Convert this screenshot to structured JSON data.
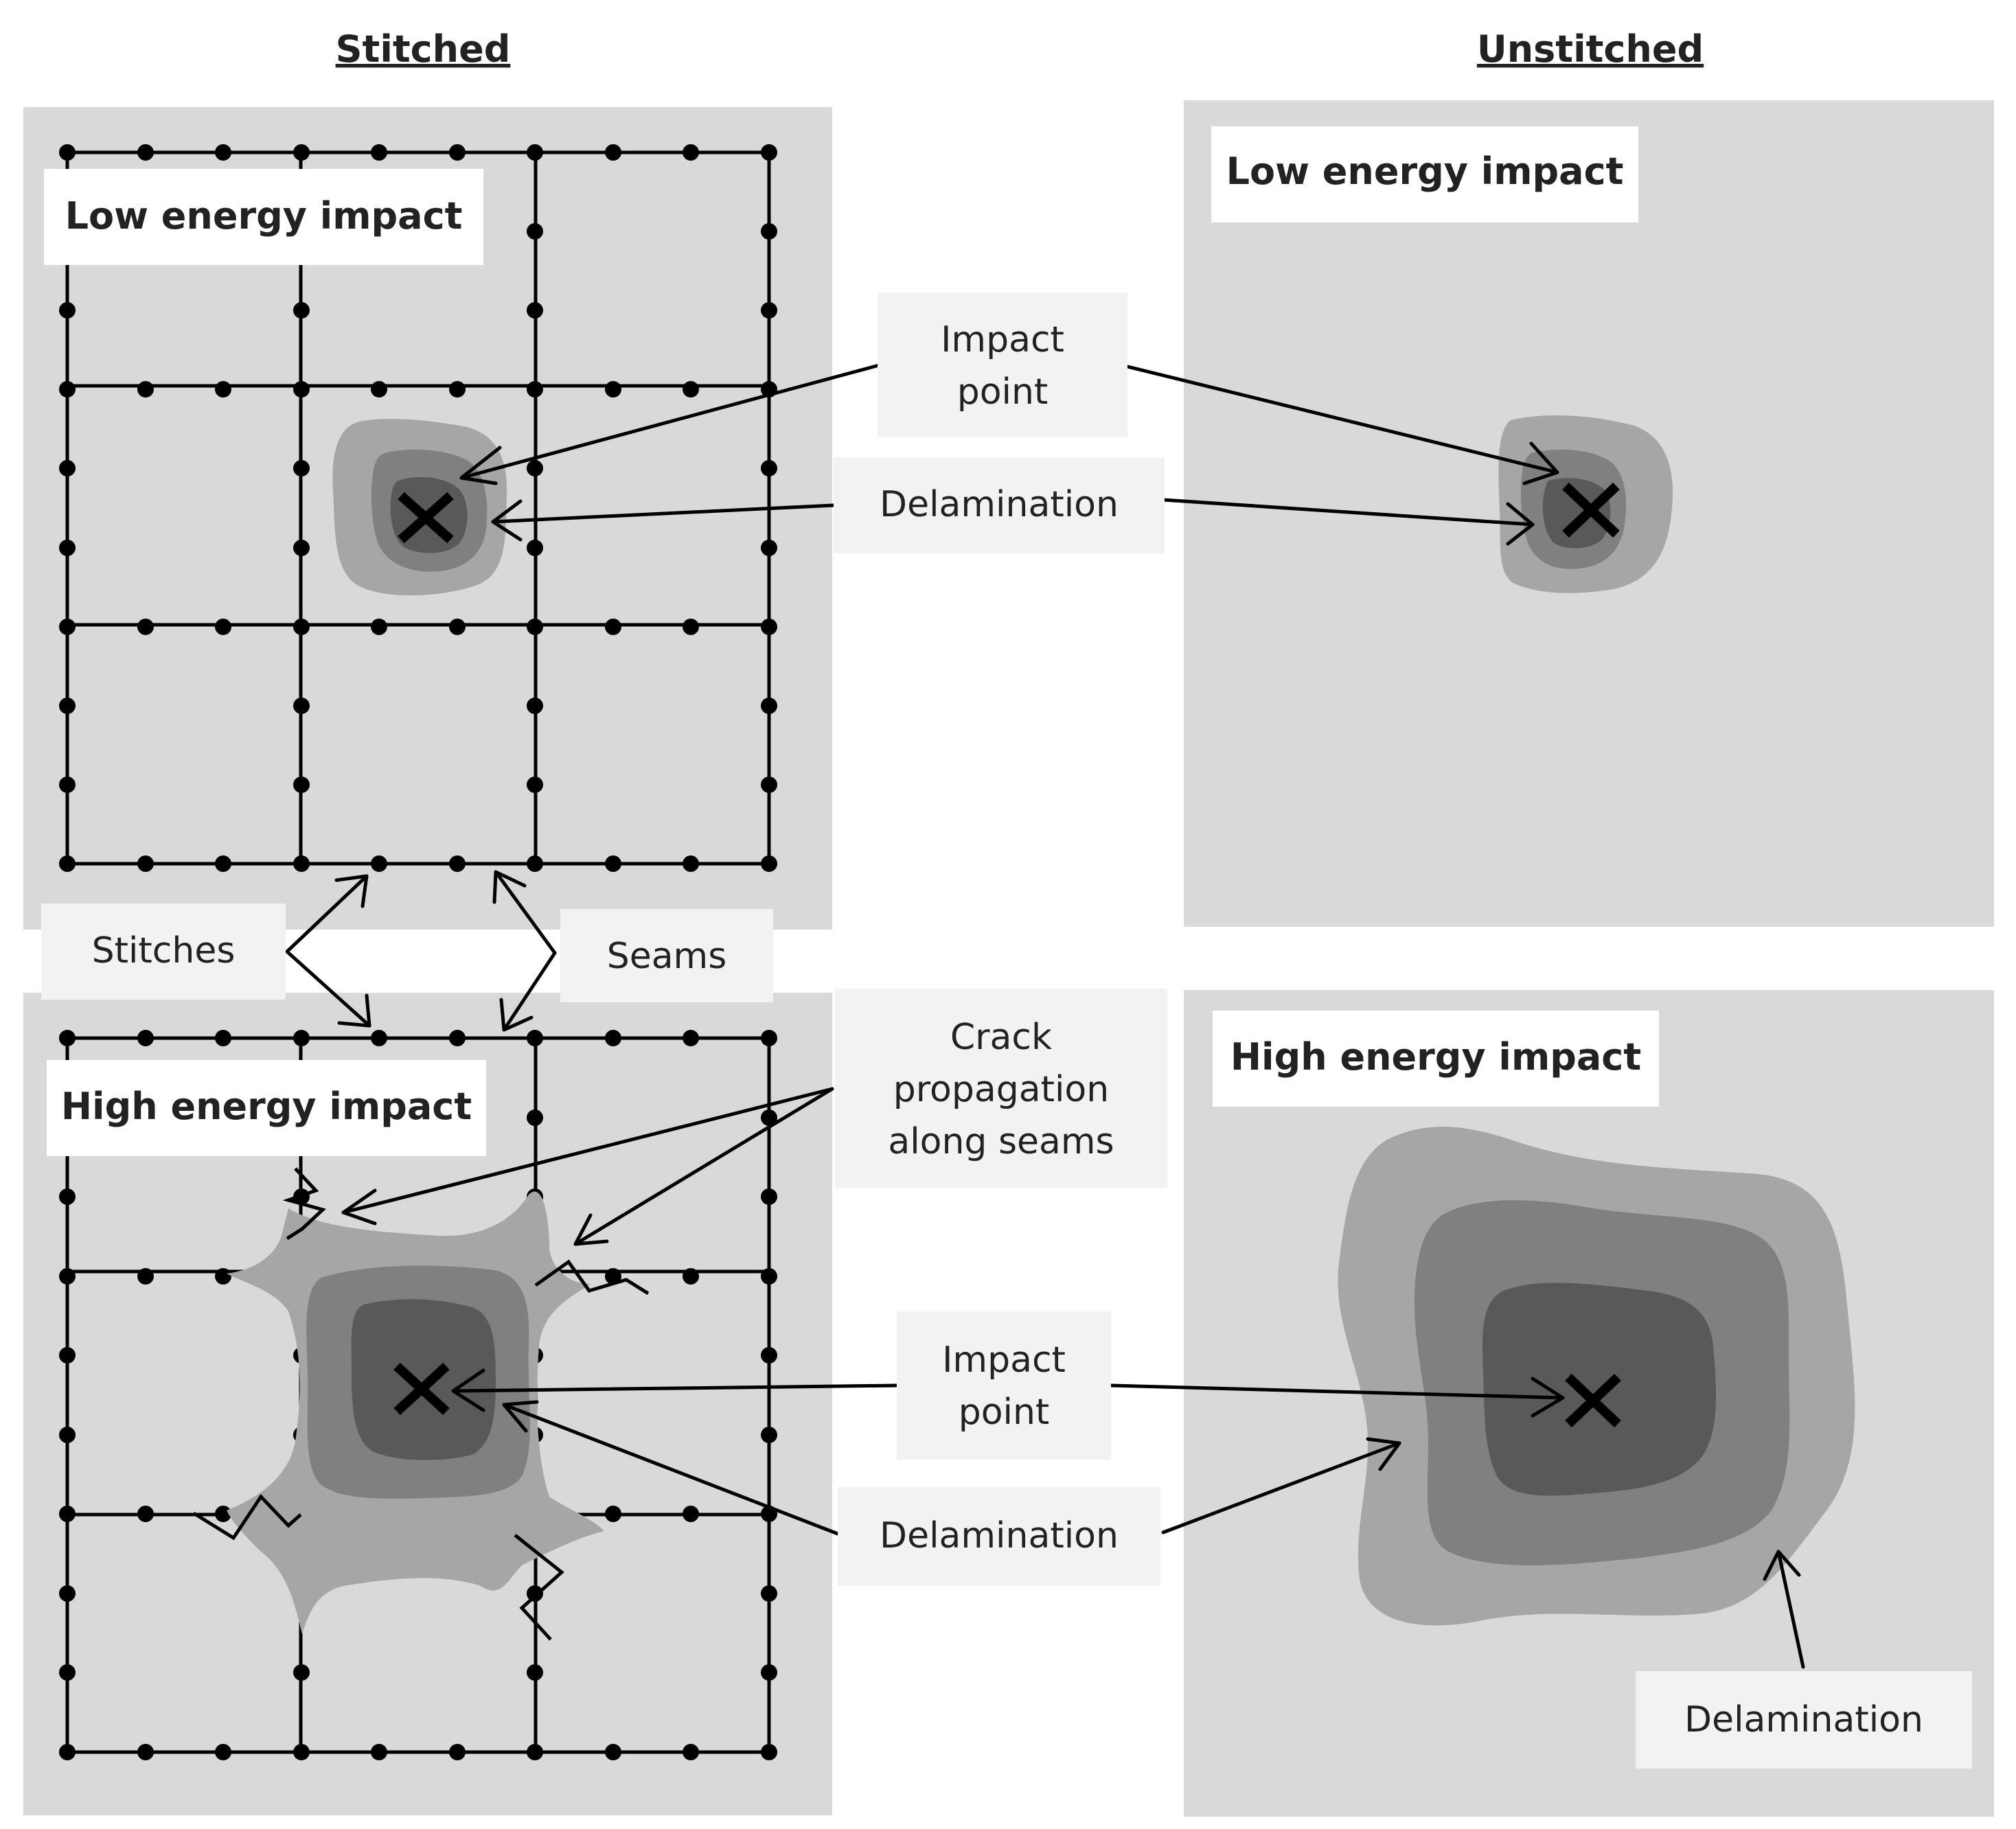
{
  "headings": {
    "stitched": "Stitched",
    "unstitched": "Unstitched"
  },
  "panels": {
    "stitched_low": {
      "title": "Low energy impact"
    },
    "stitched_high": {
      "title": "High energy impact"
    },
    "unstitched_low": {
      "title": "Low energy impact"
    },
    "unstitched_high": {
      "title": "High energy impact"
    }
  },
  "labels": {
    "impact_point_top": [
      "Impact",
      "point"
    ],
    "delamination_top": "Delamination",
    "stitches": "Stitches",
    "seams": "Seams",
    "crack_propagation": [
      "Crack",
      "propagation",
      "along seams"
    ],
    "impact_point_bottom": [
      "Impact",
      "point"
    ],
    "delamination_bottom": "Delamination",
    "delamination_right": "Delamination"
  },
  "colors": {
    "panel": "#d9d9d9",
    "damage_outer": "#a6a6a6",
    "damage_middle": "#808080",
    "damage_inner": "#595959"
  }
}
